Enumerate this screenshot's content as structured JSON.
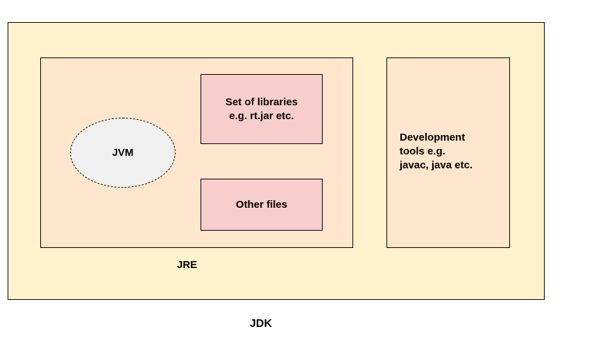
{
  "diagram": {
    "jdk_label": "JDK",
    "jre_label": "JRE",
    "jvm_label": "JVM",
    "libraries_label": "Set of libraries\ne.g. rt.jar etc.",
    "other_files_label": "Other files",
    "dev_tools_label": "Development\ntools e.g.\njavac, java etc."
  },
  "colors": {
    "jdk_fill": "#fff2cc",
    "jre_fill": "#ffe6cc",
    "box_fill": "#f8cecc",
    "jvm_fill": "#f0f0f0",
    "border": "#000000"
  }
}
